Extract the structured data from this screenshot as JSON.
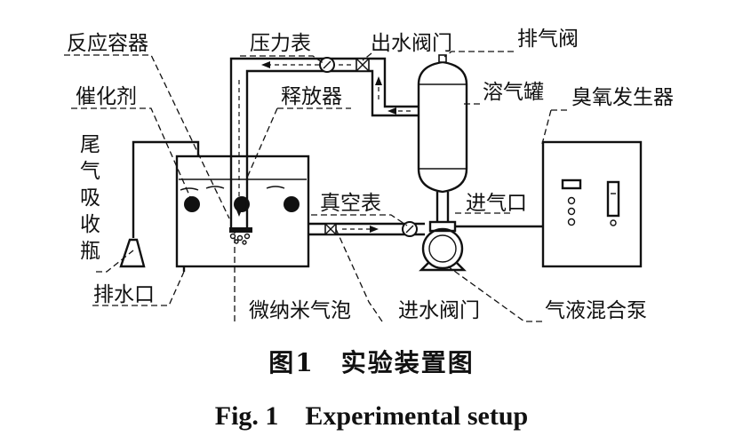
{
  "labels": {
    "reactor": "反应容器",
    "catalyst": "催化剂",
    "pressure_gauge": "压力表",
    "outlet_valve": "出水阀门",
    "vent_valve": "排气阀",
    "releaser": "释放器",
    "dissolved_air_tank": "溶气罐",
    "ozone_generator": "臭氧发生器",
    "tail_gas_bottle_chars": [
      "尾",
      "气",
      "吸",
      "收",
      "瓶"
    ],
    "vacuum_gauge": "真空表",
    "air_inlet": "进气口",
    "drain_outlet": "排水口",
    "micro_nano_bubbles": "微纳米气泡",
    "inlet_valve": "进水阀门",
    "gas_liquid_pump": "气液混合泵"
  },
  "caption": {
    "zh": "图1　实验装置图",
    "en": "Fig. 1　Experimental setup"
  },
  "colors": {
    "ink": "#111111",
    "background": "#ffffff"
  }
}
